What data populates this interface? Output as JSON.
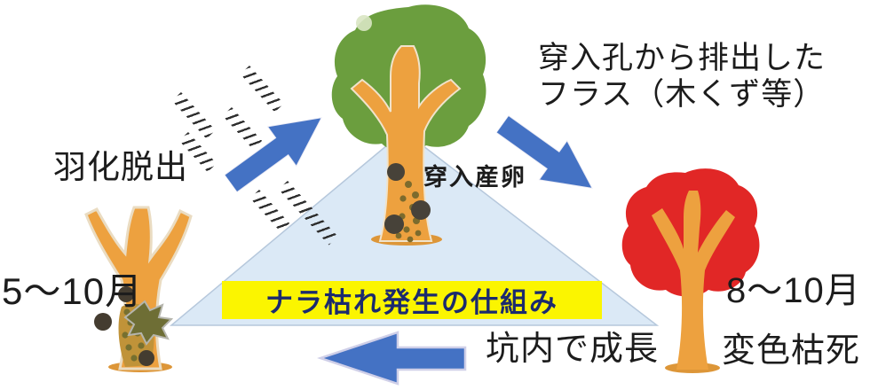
{
  "diagram": {
    "banner": {
      "label": "ナラ枯れ発生の仕組み",
      "bg_color": "#FBF500",
      "text_color": "#1B2A6E"
    },
    "stages": {
      "emergence": {
        "label": "羽化脱出",
        "months": "5〜10月"
      },
      "boring_egg_laying": {
        "label": "穿入産卵"
      },
      "frass_note": {
        "line1": "穿入孔から排出した",
        "line2": "フラス（木くず等）"
      },
      "gallery_growth": {
        "label": "坑内で成長"
      },
      "discolor_death": {
        "label": "変色枯死",
        "months": "8〜10月"
      }
    },
    "icons": {
      "healthy-tree-icon": "green leafy tree being attacked (entry holes on trunk)",
      "dead-red-tree-icon": "tree with red discolored foliage (dying)",
      "bare-dead-tree-icon": "dead bare trunk with beetles and frass",
      "flight-marks-icon": "dashed strips showing beetles flying out",
      "cycle-triangle": "light blue triangle linking the three stages",
      "arrow-up-right-icon": "blue arrow: emergence to boring",
      "arrow-down-right-icon": "blue arrow: boring to discoloration/death",
      "arrow-left-icon": "blue arrow: growth in galleries back to emergence"
    },
    "colors": {
      "arrow_blue": "#4472C4",
      "triangle_fill": "#DBE9F6",
      "triangle_border": "#B6C8DC",
      "healthy_green": "#6B9E3E",
      "trunk_orange": "#EDA13F",
      "dead_red": "#E12726",
      "banner_yellow": "#FBF500",
      "banner_text_navy": "#1B2A6E",
      "mark_dash": "#2E2E2E"
    }
  }
}
